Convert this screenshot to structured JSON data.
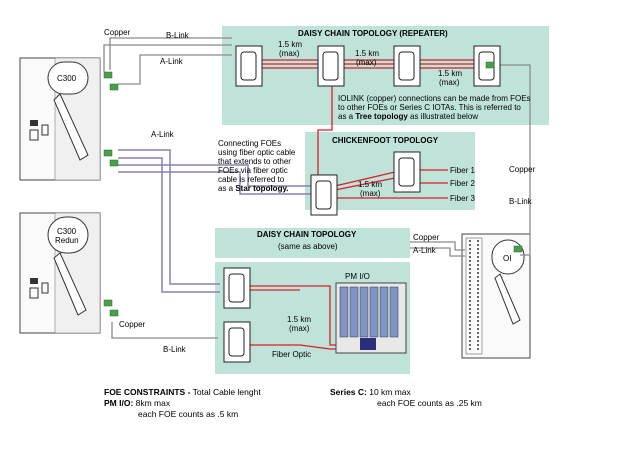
{
  "labels": {
    "copper_top": "Copper",
    "b_link_top": "B-Link",
    "a_link_top": "A-Link",
    "a_link_mid": "A-Link",
    "copper_bottom_left": "Copper",
    "b_link_bottom": "B-Link",
    "copper_right": "Copper",
    "b_link_right": "B-Link",
    "copper_oi": "Copper",
    "a_link_oi": "A-Link",
    "fiber_optic": "Fiber Optic"
  },
  "controllers": {
    "c300_top": "C300",
    "c300_bottom_line1": "C300",
    "c300_bottom_line2": "Redun",
    "oi": "OI"
  },
  "daisy_top": {
    "title": "DAISY CHAIN TOPOLOGY  (REPEATER)",
    "dist1_a": "1.5 km",
    "dist1_b": "(max)",
    "dist2_a": "1.5 km",
    "dist2_b": "(max)",
    "dist3_a": "1.5 km",
    "dist3_b": "(max)",
    "note_line1": "IOLINK (copper) connections can be made from FOEs",
    "note_line2": "to other FOEs or Series C IOTAs. This is referred to",
    "note_line3_prefix": "as a ",
    "note_line3_bold": "Tree topology",
    "note_line3_suffix": " as illustrated below"
  },
  "chickenfoot": {
    "title": "CHICKENFOOT TOPOLOGY",
    "dist_a": "1.5 km",
    "dist_b": "(max)",
    "fiber1": "Fiber 1",
    "fiber2": "Fiber 2",
    "fiber3": "Fiber 3"
  },
  "star_note": {
    "line1": "Connecting FOEs",
    "line2": "using fiber optic cable",
    "line3": "that extends to other",
    "line4": "FOEs via fiber optic",
    "line5": "cable is referred to",
    "line6_prefix": "as a ",
    "line6_bold": "Star topology."
  },
  "daisy_mid": {
    "title": "DAISY CHAIN TOPOLOGY",
    "subtitle": "(same as above)"
  },
  "pm_io": {
    "title": "PM I/O",
    "dist_a": "1.5 km",
    "dist_b": "(max)"
  },
  "constraints": {
    "title_bold": "FOE CONSTRAINTS -",
    "title_rest": " Total Cable lenght",
    "pm_label": "PM I/O:",
    "pm_value": " 8km max",
    "pm_note": "each FOE counts as .5 km",
    "sc_label": "Series C:",
    "sc_value": " 10 km max",
    "sc_note": "each FOE counts as .25 km"
  },
  "colors": {
    "panel_teal": "#bfe3d9",
    "fiber_red": "#d81e2a",
    "link_purple": "#8b7fb8",
    "copper_gray": "#8a8a8a",
    "foe_green": "#49a04a"
  }
}
